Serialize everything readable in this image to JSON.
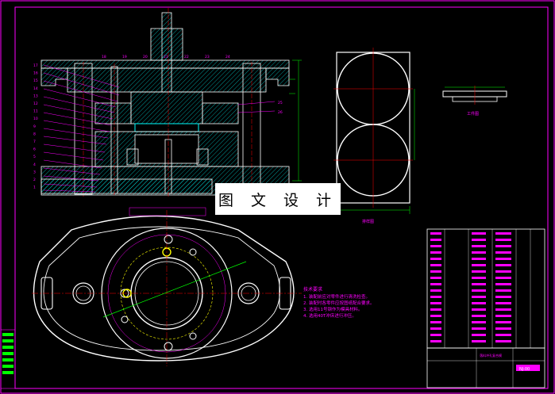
{
  "watermark": {
    "text": "图 文 设 计"
  },
  "tech_requirements": {
    "title": "技术要求",
    "items": [
      "1. 装配前应对零件进行清洗检查。",
      "2. 装配时各零件应按图纸配合要求。",
      "3. 选用11号钢作为模具材料。",
      "4. 选用40T冲床进行冲压。"
    ]
  },
  "view_labels": {
    "blank": "排样图",
    "part": "工件图"
  },
  "part_numbers": [
    "17",
    "16",
    "15",
    "14",
    "13",
    "12",
    "11",
    "10",
    "9",
    "8",
    "7",
    "6",
    "5",
    "4",
    "3",
    "2",
    "1"
  ],
  "top_callouts": [
    "18",
    "19",
    "20",
    "21",
    "22",
    "23",
    "24"
  ],
  "right_callouts": [
    "25",
    "26"
  ],
  "title_block": {
    "drawing_no": "NJ-00",
    "name_cell": "落料冲孔复合模"
  },
  "colors": {
    "background": "#000000",
    "border": "#ff00ff",
    "outline": "#ffffff",
    "hatch": "#00ffff",
    "center_line": "#ff0000",
    "dimension": "#00ff00",
    "annotation": "#ff00ff",
    "watermark_bg": "#ffffff"
  }
}
